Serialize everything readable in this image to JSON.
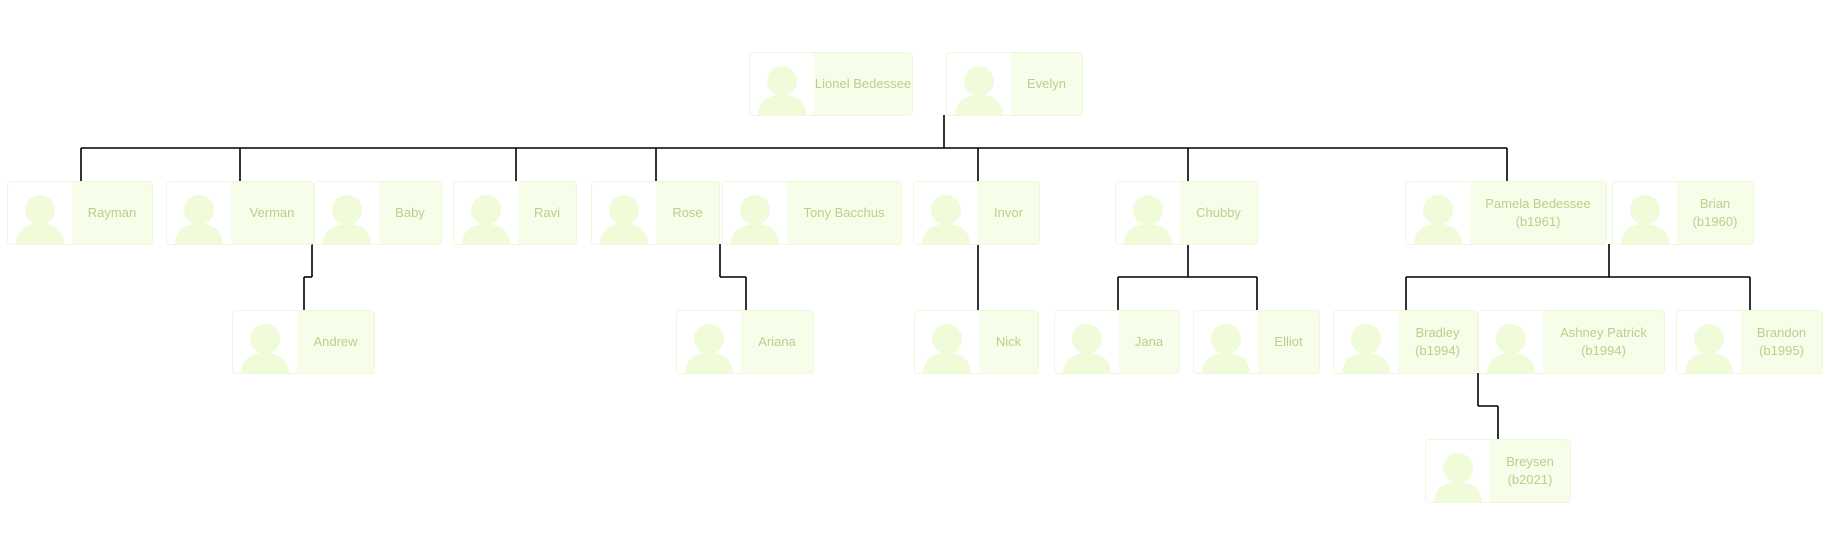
{
  "colors": {
    "card_background": "#f6fde9",
    "card_border": "#eef9dc",
    "avatar_fill": "#f0fbd9",
    "text": "#c2cc8c",
    "connector": "#000000"
  },
  "people": {
    "lionel": {
      "name": "Lionel Bedessee"
    },
    "evelyn": {
      "name": "Evelyn"
    },
    "rayman": {
      "name": "Rayman"
    },
    "verman": {
      "name": "Verman"
    },
    "baby": {
      "name": "Baby"
    },
    "ravi": {
      "name": "Ravi"
    },
    "rose": {
      "name": "Rose"
    },
    "tony": {
      "name": "Tony Bacchus"
    },
    "invor": {
      "name": "Invor"
    },
    "chubby": {
      "name": "Chubby"
    },
    "pamela": {
      "name": "Pamela Bedessee",
      "detail": "(b1961)"
    },
    "brian": {
      "name": "Brian",
      "detail": "(b1960)"
    },
    "andrew": {
      "name": "Andrew"
    },
    "ariana": {
      "name": "Ariana"
    },
    "nick": {
      "name": "Nick"
    },
    "jana": {
      "name": "Jana"
    },
    "elliot": {
      "name": "Elliot"
    },
    "bradley": {
      "name": "Bradley",
      "detail": "(b1994)"
    },
    "ashney": {
      "name": "Ashney Patrick",
      "detail": "(b1994)"
    },
    "brandon": {
      "name": "Brandon",
      "detail": "(b1995)"
    },
    "breysen": {
      "name": "Breysen",
      "detail": "(b2021)"
    }
  },
  "relationships": {
    "couples": [
      [
        "lionel",
        "evelyn"
      ],
      [
        "verman",
        "baby"
      ],
      [
        "rose",
        "tony"
      ],
      [
        "pamela",
        "brian"
      ],
      [
        "bradley",
        "ashney"
      ]
    ],
    "children": {
      "lionel": [
        "rayman",
        "verman",
        "ravi",
        "rose",
        "invor",
        "chubby",
        "pamela"
      ],
      "verman": [
        "andrew"
      ],
      "rose": [
        "ariana"
      ],
      "invor": [
        "nick"
      ],
      "chubby": [
        "jana",
        "elliot"
      ],
      "pamela": [
        "bradley",
        "brandon"
      ],
      "bradley": [
        "breysen"
      ]
    }
  }
}
